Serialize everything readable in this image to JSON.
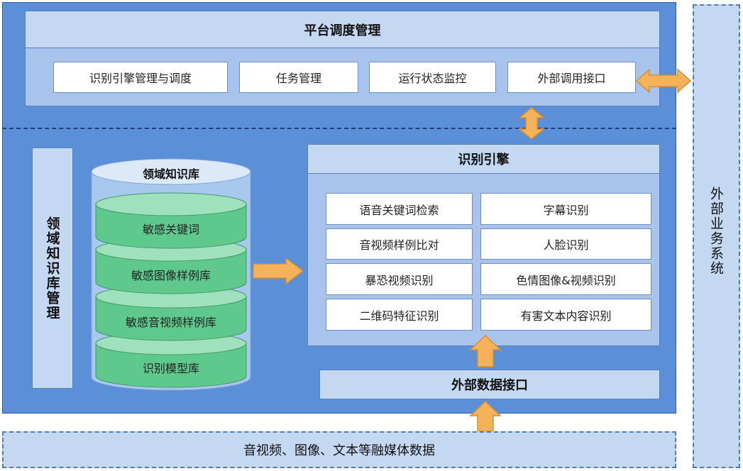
{
  "platform": {
    "title": "平台调度管理",
    "items": [
      "识别引擎管理与调度",
      "任务管理",
      "运行状态监控",
      "外部调用接口"
    ]
  },
  "knowledge_mgmt": {
    "label": "领域知识库管理"
  },
  "knowledge_base": {
    "title": "领域知识库",
    "layers": [
      "敏感关键词",
      "敏感图像样例库",
      "敏感音视频样例库",
      "识别模型库"
    ]
  },
  "engine": {
    "title": "识别引擎",
    "items": [
      "语音关键词检索",
      "字幕识别",
      "音视频样例比对",
      "人脸识别",
      "暴恐视频识别",
      "色情图像&视频识别",
      "二维码特征识别",
      "有害文本内容识别"
    ]
  },
  "external_data": {
    "label": "外部数据接口"
  },
  "media_data": {
    "label": "音视频、图像、文本等融媒体数据"
  },
  "external_system": {
    "label": "外部业务系统"
  },
  "colors": {
    "panel": "#5b8fd8",
    "arrow": "#f5b25b",
    "cylinder": "#5fc98d"
  }
}
